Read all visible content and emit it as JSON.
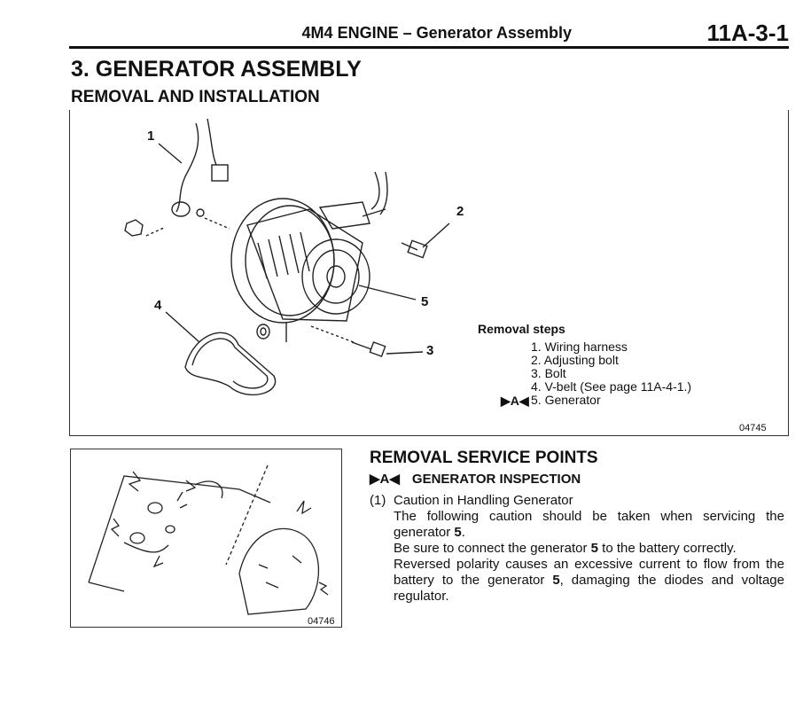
{
  "header": {
    "title": "4M4 ENGINE – Generator Assembly",
    "page_number": "11A-3-1"
  },
  "section": {
    "title": "3. GENERATOR ASSEMBLY",
    "subtitle": "REMOVAL AND INSTALLATION"
  },
  "figure1": {
    "id": "04745",
    "callouts": [
      "1",
      "2",
      "3",
      "4",
      "5"
    ],
    "removal_steps": {
      "title": "Removal steps",
      "tag": "▶A◀",
      "items": [
        "1. Wiring harness",
        "2. Adjusting bolt",
        "3. Bolt",
        "4. V-belt (See page 11A-4-1.)",
        "5. Generator"
      ]
    }
  },
  "figure2": {
    "id": "04746"
  },
  "service_points": {
    "title": "REMOVAL SERVICE POINTS",
    "tag": "▶A◀",
    "subtitle": "GENERATOR INSPECTION",
    "item_number": "(1)",
    "item_caption": "Caution in Handling Generator",
    "paragraph1_pre": "The following caution should be taken when servicing the generator ",
    "paragraph1_ref": "5",
    "paragraph1_post": ".",
    "paragraph2_pre": "Be sure to connect the generator ",
    "paragraph2_ref": "5",
    "paragraph2_post": " to the battery correctly.",
    "paragraph3_pre": "Reversed polarity causes an excessive current to flow from the battery to the generator ",
    "paragraph3_ref": "5",
    "paragraph3_post": ", damaging the diodes and voltage regulator."
  }
}
